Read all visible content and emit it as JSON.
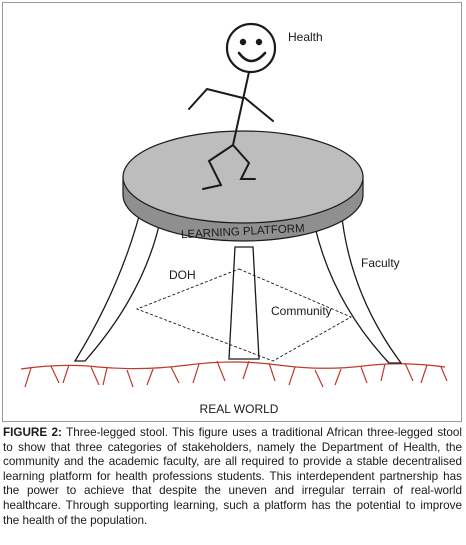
{
  "figure": {
    "labels": {
      "health": "Health",
      "platform": "LEARNING PLATFORM",
      "doh": "DOH",
      "faculty": "Faculty",
      "community": "Community",
      "real_world": "REAL WORLD"
    }
  },
  "caption": {
    "label": "FIGURE 2:",
    "text": " Three-legged stool. This figure uses a traditional African three-legged stool to show that three categories of stakeholders, namely the Department of Health, the community and the academic faculty, are all required to provide a stable decentralised learning platform for health professions students. This interdependent partnership has the power to achieve that despite the uneven and irregular terrain of real-world healthcare. Through supporting learning, such a platform has the potential to improve the health of the population."
  },
  "colors": {
    "platform_top": "#bdbdbd",
    "platform_side": "#8f8f8f",
    "ground": "#c0392b",
    "stroke": "#1a1a1a"
  }
}
